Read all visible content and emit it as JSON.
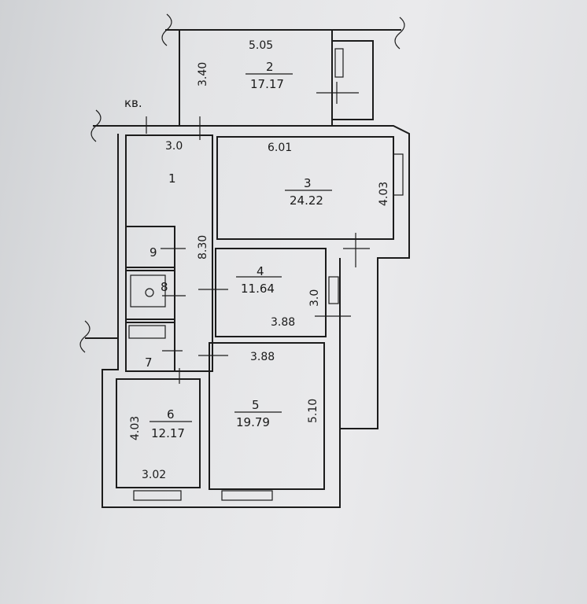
{
  "header_label": "кв.",
  "rooms": [
    {
      "id": "1",
      "number": "1",
      "area": ""
    },
    {
      "id": "2",
      "number": "2",
      "area": "17.17"
    },
    {
      "id": "3",
      "number": "3",
      "area": "24.22"
    },
    {
      "id": "4",
      "number": "4",
      "area": "11.64"
    },
    {
      "id": "5",
      "number": "5",
      "area": "19.79"
    },
    {
      "id": "6",
      "number": "6",
      "area": "12.17"
    },
    {
      "id": "7",
      "number": "7",
      "area": ""
    },
    {
      "id": "8",
      "number": "8",
      "area": ""
    },
    {
      "id": "9",
      "number": "9",
      "area": ""
    }
  ],
  "dimensions": {
    "room2_width": "5.05",
    "room2_height": "3.40",
    "room1_width": "3.0",
    "room3_width": "6.01",
    "room3_height": "4.03",
    "corridor_length": "8.30",
    "room4_height": "3.0",
    "room4_width": "3.88",
    "room5_width": "3.88",
    "room5_height": "5.10",
    "room6_height": "4.03",
    "room6_width": "3.02"
  },
  "colors": {
    "line": "#1c1c1c",
    "paper": "#e4e5e7"
  }
}
